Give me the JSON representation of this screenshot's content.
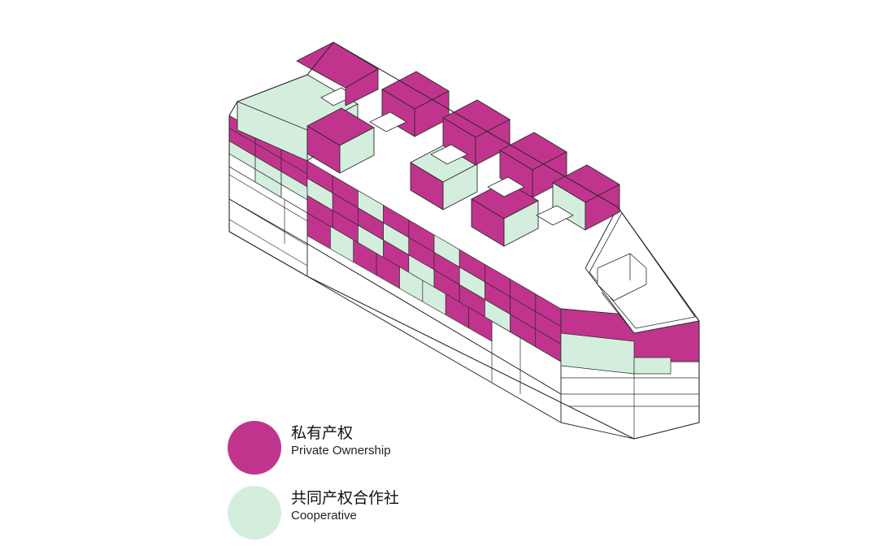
{
  "colors": {
    "private": "#c1348e",
    "cooperative": "#d4eede",
    "outline": "#2a2a2a",
    "background": "#ffffff"
  },
  "legend": {
    "private": {
      "label_cn": "私有产权",
      "label_en": "Private Ownership"
    },
    "cooperative": {
      "label_cn": "共同产权合作社",
      "label_en": "Cooperative"
    }
  }
}
